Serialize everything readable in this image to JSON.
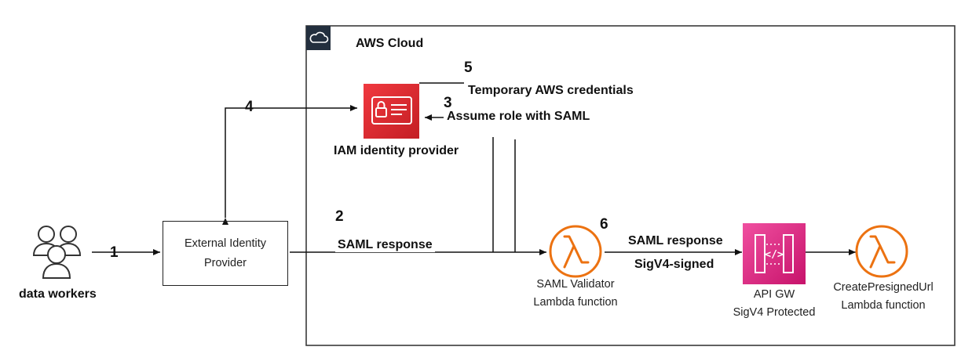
{
  "cloud": {
    "label": "AWS Cloud",
    "icon": "cloud-icon"
  },
  "users": {
    "label": "data workers",
    "icon": "users-icon"
  },
  "external_idp": {
    "line1": "External Identity",
    "line2": "Provider"
  },
  "iam": {
    "label": "IAM identity provider",
    "icon": "iam-identity-icon",
    "color": "#e2252b"
  },
  "saml_validator": {
    "line1": "SAML Validator",
    "line2": "Lambda function",
    "icon": "lambda-icon",
    "color": "#ec7211"
  },
  "api_gw": {
    "line1": "API GW",
    "line2": "SigV4 Protected",
    "icon": "api-gateway-icon",
    "color": "#e7157b"
  },
  "presign": {
    "line1": "CreatePresignedUrl",
    "line2": "Lambda function",
    "icon": "lambda-icon",
    "color": "#ec7211"
  },
  "steps": {
    "s1": "1",
    "s2": "2",
    "s3": "3",
    "s4": "4",
    "s5": "5",
    "s6": "6"
  },
  "edge_labels": {
    "temp_creds": "Temporary AWS credentials",
    "assume_role": "Assume role with SAML",
    "saml_response": "SAML response",
    "saml_response_2": "SAML response",
    "sigv4_signed": "SigV4-signed"
  }
}
